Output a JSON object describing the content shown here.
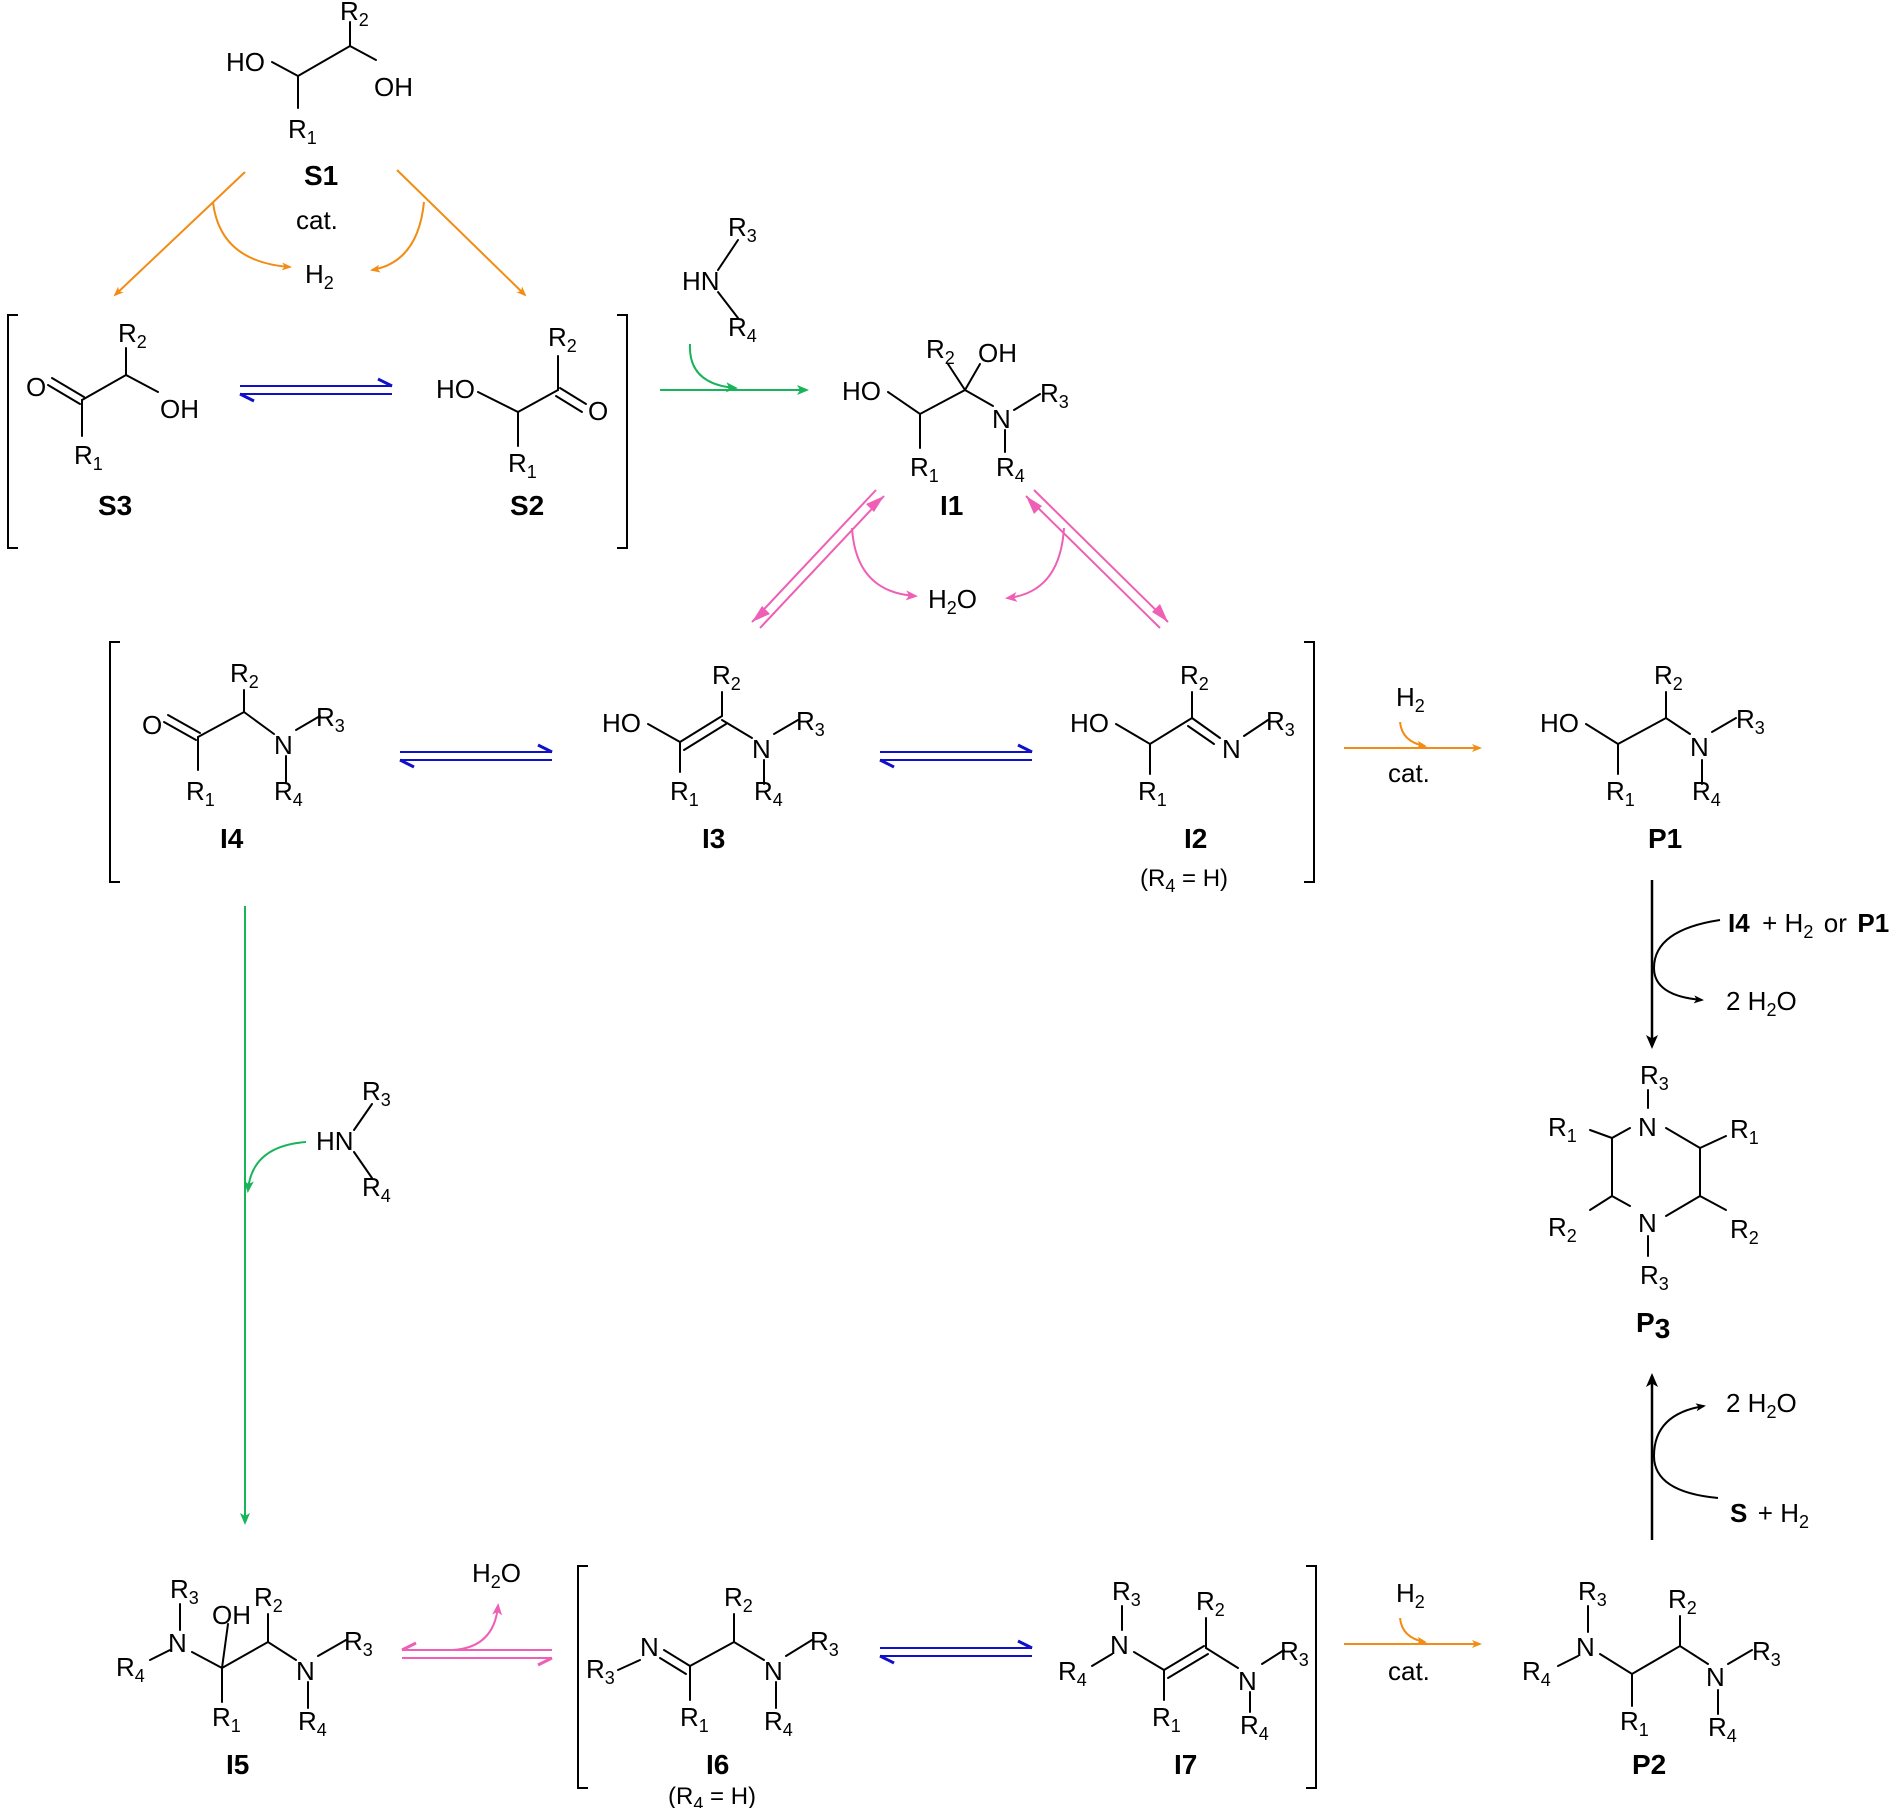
{
  "colors": {
    "orange": "#F28C14",
    "blue": "#1010C8",
    "green": "#17B45A",
    "pink": "#EE5FB5",
    "black": "#000000"
  },
  "compounds": {
    "S1": "S1",
    "S2": "S2",
    "S3": "S3",
    "I1": "I1",
    "I2": "I2",
    "I3": "I3",
    "I4": "I4",
    "I5": "I5",
    "I6": "I6",
    "I7": "I7",
    "P1": "P1",
    "P2": "P2",
    "P3_main": "P",
    "P3_sub": "3"
  },
  "atoms": {
    "HO": "HO",
    "OH": "OH",
    "O": "O",
    "N": "N",
    "HN": "HN",
    "R": "R",
    "r1": "1",
    "r2": "2",
    "r3": "3",
    "r4": "4"
  },
  "reagents": {
    "cat": "cat.",
    "H": "H",
    "H2_sub": "2",
    "H2O_pre": "H",
    "H2O_sub": "2",
    "H2O_post": "O",
    "two_H2O_pre": "2 H",
    "I4_ref": "I4",
    "plus_h": "+ H",
    "or_text": "or",
    "P1_ref": "P1",
    "S_ref": "S",
    "S_plus": "+ H"
  },
  "notes": {
    "r4_eq_h_pre": "(R",
    "r4_eq_h_sub": "4",
    "r4_eq_h_post": " = H)"
  }
}
